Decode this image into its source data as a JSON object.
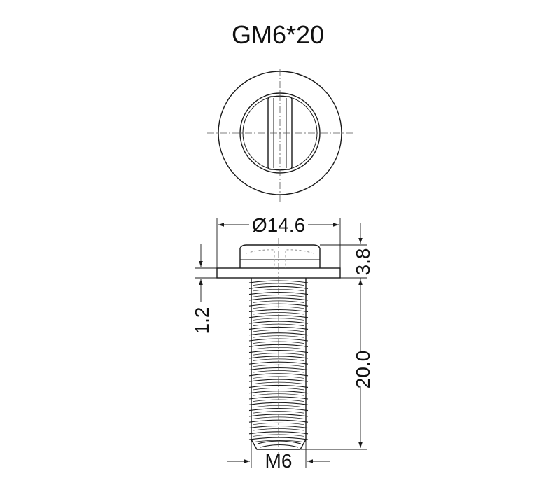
{
  "title": "GM6*20",
  "dimensions": {
    "flange_diameter": "Ø14.6",
    "head_height": "3.8",
    "flange_thickness": "1.2",
    "thread_length": "20.0",
    "thread_size": "M6"
  },
  "colors": {
    "line": "#1a1a1a",
    "centerline": "#555555"
  }
}
